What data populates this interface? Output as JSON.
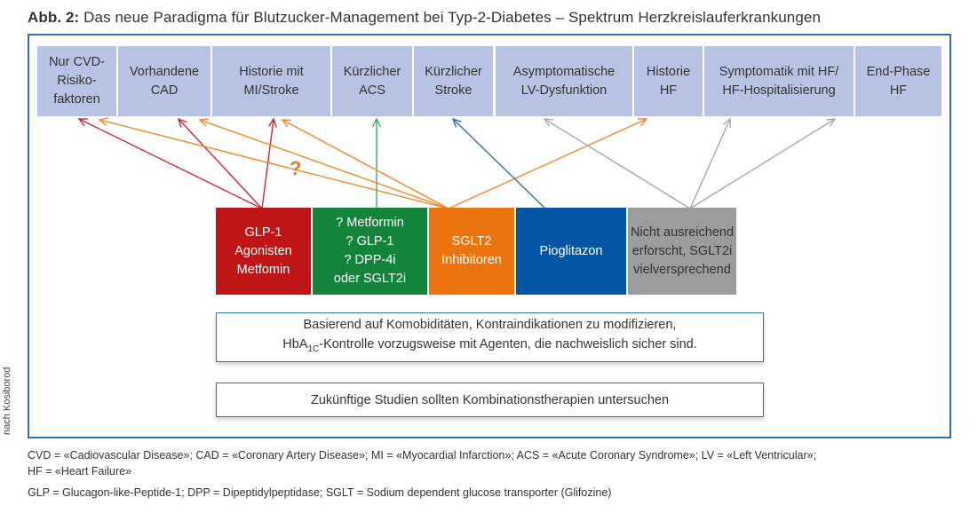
{
  "title": {
    "label": "Abb. 2:",
    "text": "Das neue Paradigma für Blutzucker-Management bei Typ-2-Diabetes – Spektrum Herzkreislauferkrankungen"
  },
  "colors": {
    "frame_border": "#2f6fb3",
    "top_box_fill": "#b8c3e3",
    "red": "#c01517",
    "green": "#14843a",
    "orange": "#ec740f",
    "blue": "#0455a4",
    "gray": "#9c9c9c",
    "arrow_red": "#c8283a",
    "arrow_orange": "#f0872a",
    "arrow_green": "#3aa86a",
    "arrow_blue": "#2f6fb3",
    "arrow_gray": "#a8a8a8"
  },
  "conditions": [
    {
      "id": "cvd-risk",
      "label": "Nur CVD-\nRisiko-\nfaktoren"
    },
    {
      "id": "cad",
      "label": "Vorhandene\nCAD"
    },
    {
      "id": "mi-stroke",
      "label": "Historie mit\nMI/Stroke"
    },
    {
      "id": "acs",
      "label": "Kürzlicher\nACS"
    },
    {
      "id": "stroke",
      "label": "Kürzlicher\nStroke"
    },
    {
      "id": "lv",
      "label": "Asymptomatische\nLV-Dysfunktion"
    },
    {
      "id": "hf-history",
      "label": "Historie\nHF"
    },
    {
      "id": "hf-symptomatic",
      "label": "Symptomatik mit HF/\nHF-Hospitalisierung"
    },
    {
      "id": "end-phase-hf",
      "label": "End-Phase\nHF"
    }
  ],
  "therapies": [
    {
      "id": "glp1",
      "label": "GLP-1\nAgonisten\nMetfomin",
      "color": "#c01517",
      "targets": [
        "cvd-risk",
        "cad",
        "mi-stroke"
      ]
    },
    {
      "id": "uncertain",
      "label": "? Metformin\n? GLP-1\n? DPP-4i\noder SGLT2i",
      "color": "#14843a",
      "targets": [
        "acs"
      ]
    },
    {
      "id": "sglt2",
      "label": "SGLT2\nInhibitoren",
      "color": "#ec740f",
      "targets": [
        "cvd-risk",
        "cad",
        "mi-stroke",
        "hf-history"
      ]
    },
    {
      "id": "pioglitazon",
      "label": "Pioglitazon",
      "color": "#0455a4",
      "targets": [
        "stroke"
      ]
    },
    {
      "id": "not-researched",
      "label": "Nicht ausreichend\nerforscht, SGLT2i\nvielversprechend",
      "color": "#9c9c9c",
      "targets": [
        "lv",
        "hf-symptomatic",
        "end-phase-hf"
      ]
    }
  ],
  "question_mark": "?",
  "notes": {
    "comorbidity_line1": "Basierend auf Komobiditäten, Kontraindikationen zu modifizieren,",
    "comorbidity_line2_pre": "HbA",
    "comorbidity_line2_sub": "1C",
    "comorbidity_line2_post": "-Kontrolle vorzugsweise mit Agenten, die nachweislich sicher sind.",
    "future": "Zukünftige Studien sollten Kombinationstherapien untersuchen"
  },
  "side_credit": "nach Kosiborod",
  "footnotes": {
    "abbrev_line1": "CVD = «Cadiovascular Disease»; CAD = «Coronary Artery Disease»; MI = «Myocardial Infarction»; ACS = «Acute Coronary Syndrome»; LV = «Left Ventricular»;",
    "abbrev_line2": "HF = «Heart Failure»",
    "abbrev_line3": "GLP = Glucagon-like-Peptide-1; DPP = Dipeptidylpeptidase; SGLT = Sodium dependent glucose transporter (Glifozine)"
  }
}
